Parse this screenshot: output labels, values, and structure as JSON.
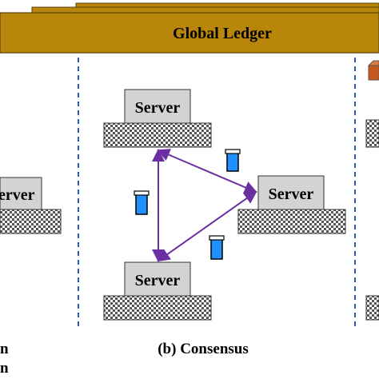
{
  "ledger": {
    "title": "Global Ledger",
    "color": "#b8860b"
  },
  "server_label": "Server",
  "left_panel": {
    "server_label": "erver",
    "caption_line1": "n",
    "caption_line2": "n"
  },
  "middle_panel": {
    "caption": "(b) Consensus"
  },
  "colors": {
    "divider": "#2f5aa8",
    "arrow": "#6a2fa0",
    "block": "#1e90ff",
    "box": "#d3d3d3",
    "right_accent": "#c8571e"
  }
}
